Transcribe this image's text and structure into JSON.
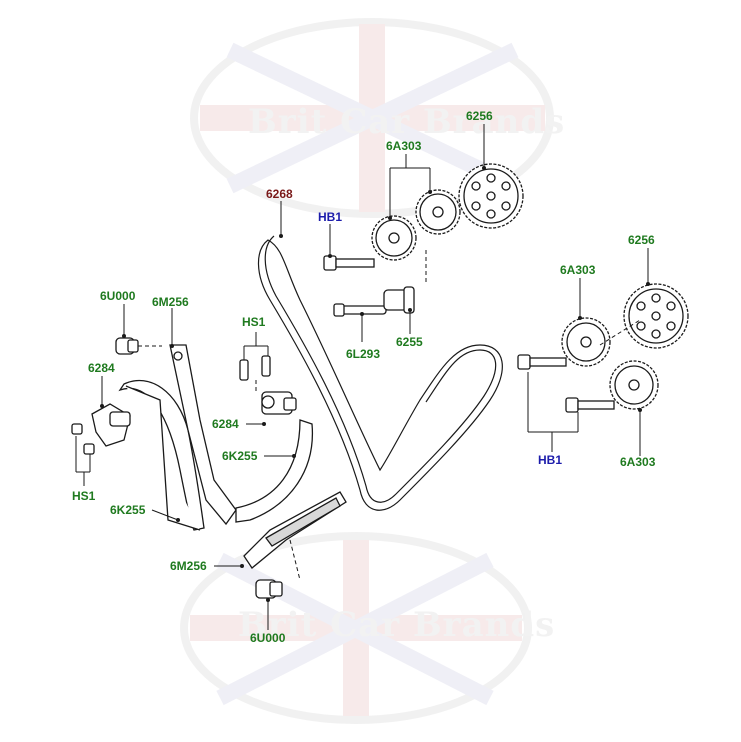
{
  "watermark": {
    "text": "Brit Car Brands"
  },
  "labels": {
    "l6256_top": "6256",
    "l6a303_top": "6A303",
    "l6268": "6268",
    "lhb1_top": "HB1",
    "l6256_right": "6256",
    "l6a303_right": "6A303",
    "l6u000_top": "6U000",
    "l6m256_top": "6M256",
    "lhs1_top": "HS1",
    "l6255": "6255",
    "l6l293": "6L293",
    "l6284_left": "6284",
    "l6284_middle": "6284",
    "l6k255_middle": "6K255",
    "lhb1_right": "HB1",
    "l6a303_bottom": "6A303",
    "lhs1_left": "HS1",
    "l6k255_left": "6K255",
    "l6m256_bottom": "6M256",
    "l6u000_bottom": "6U000"
  },
  "colors": {
    "label_green": "#1f7a1f",
    "label_blue": "#1c1cab",
    "label_red": "#7a1a1a",
    "line": "#1a1a1a",
    "background": "#ffffff"
  }
}
